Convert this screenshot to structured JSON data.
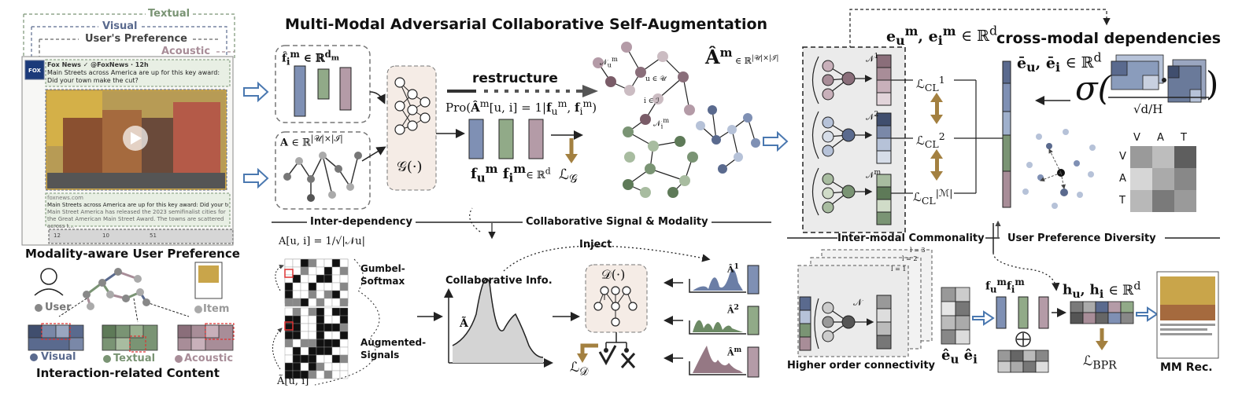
{
  "left": {
    "legend_textual": "Textual",
    "legend_visual": "Visual",
    "legend_pref": "User's Preference",
    "legend_acoustic": "Acoustic",
    "tweet_header": "Fox News ✓ @FoxNews · 12h",
    "tweet_body": "Main Streets across America are up for this key award: Did your town make the cut?",
    "link_domain": "foxnews.com",
    "link_title": "Main Streets across America are up for this key award: Did your town ...",
    "link_desc": "Main Street America has released the 2023 semifinalist cities for the Great American Main Street Award. The towns are scattered across t...",
    "stat_reply": "12",
    "stat_rt": "10",
    "stat_like": "51",
    "title_pref": "Modality-aware User Preference",
    "node_user": "User",
    "node_item": "Item",
    "leg_visual": "Visual",
    "leg_textual": "Textual",
    "leg_acoustic": "Acoustic",
    "title_content": "Interaction-related Content"
  },
  "mid": {
    "main_title": "Multi-Modal Adversarial Collaborative Self-Augmentation",
    "restructure": "restructure",
    "inter_dep": "Inter-dependency",
    "collab_sig": "Collaborative Signal & Modality",
    "inject": "Inject",
    "collab_info": "Collaborative Info.",
    "gumbel": "Gumbel-Softmax",
    "augmented": "Augmented-Signals",
    "a_ui": "A[u, i] = 1/√|𝒩u|",
    "atilde_ui": "Ã[u, i]"
  },
  "right": {
    "emb_eq": "eᵘᵐ, eᵢᵐ ∈ ℝᵈ",
    "cross_modal": "cross-modal dependencies",
    "ebar": "ēu, ēi ∈ ℝᵈ",
    "sqrt_dh": "√d/H",
    "inter_modal": "Inter-modal Commonality",
    "user_pref_div": "User Preference Diversity",
    "higher_order": "Higher order connectivity",
    "mm_rec": "MM Rec.",
    "h_eq": "hu, hi ∈ ℝᵈ",
    "lbpr": "ℒBPR",
    "mat_labels": [
      "V",
      "A",
      "T"
    ]
  },
  "colors": {
    "visual": "#5a6a8e",
    "textual": "#7a9474",
    "acoustic": "#a88d98",
    "arrow_blue": "#4a78b0"
  }
}
